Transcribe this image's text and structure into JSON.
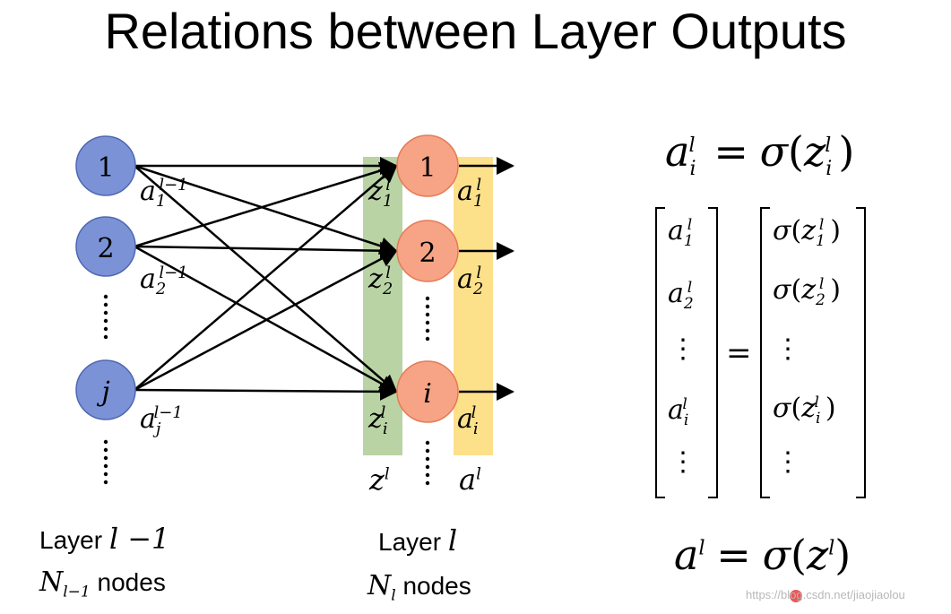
{
  "title": "Relations between Layer Outputs",
  "colors": {
    "prev_node_fill": "#7b93d6",
    "prev_node_stroke": "#4f68b0",
    "cur_node_fill": "#f7a486",
    "cur_node_stroke": "#e57a55",
    "z_band": "#b9d3a4",
    "a_band": "#fde08a"
  },
  "prev_layer": {
    "nodes": [
      "1",
      "2",
      "j"
    ],
    "outputs": [
      {
        "base": "a",
        "sub": "1",
        "sup": "l−1"
      },
      {
        "base": "a",
        "sub": "2",
        "sup": "l−1"
      },
      {
        "base": "a",
        "sub": "j",
        "sup": "l−1"
      }
    ],
    "layer_label_text": "Layer ",
    "layer_label_math": "l −1",
    "count_base": "N",
    "count_sub": "l−1",
    "count_text": " nodes"
  },
  "cur_layer": {
    "nodes": [
      "1",
      "2",
      "i"
    ],
    "z_labels": [
      {
        "base": "z",
        "sub": "1",
        "sup": "l"
      },
      {
        "base": "z",
        "sub": "2",
        "sup": "l"
      },
      {
        "base": "z",
        "sub": "i",
        "sup": "l"
      }
    ],
    "a_labels": [
      {
        "base": "a",
        "sub": "1",
        "sup": "l"
      },
      {
        "base": "a",
        "sub": "2",
        "sup": "l"
      },
      {
        "base": "a",
        "sub": "i",
        "sup": "l"
      }
    ],
    "z_vector": {
      "base": "z",
      "sup": "l"
    },
    "a_vector": {
      "base": "a",
      "sup": "l"
    },
    "layer_label_text": "Layer ",
    "layer_label_math": "l",
    "count_base": "N",
    "count_sub": "l",
    "count_text": " nodes"
  },
  "equations": {
    "scalar": {
      "lhs_base": "a",
      "lhs_sub": "i",
      "lhs_sup": "l",
      "eq": "=",
      "sigma": "σ",
      "arg_base": "z",
      "arg_sub": "i",
      "arg_sup": "l"
    },
    "matrix_left": [
      {
        "base": "a",
        "sub": "1",
        "sup": "l"
      },
      {
        "base": "a",
        "sub": "2",
        "sup": "l"
      },
      {
        "base": "⋮",
        "sub": "",
        "sup": ""
      },
      {
        "base": "a",
        "sub": "i",
        "sup": "l"
      },
      {
        "base": "⋮",
        "sub": "",
        "sup": ""
      }
    ],
    "matrix_right": [
      {
        "sigma": "σ",
        "base": "z",
        "sub": "1",
        "sup": "l"
      },
      {
        "sigma": "σ",
        "base": "z",
        "sub": "2",
        "sup": "l"
      },
      {
        "sigma": "",
        "base": "⋮",
        "sub": "",
        "sup": ""
      },
      {
        "sigma": "σ",
        "base": "z",
        "sub": "i",
        "sup": "l"
      },
      {
        "sigma": "",
        "base": "⋮",
        "sub": "",
        "sup": ""
      }
    ],
    "matrix_eq": "=",
    "vector": {
      "lhs_base": "a",
      "lhs_sup": "l",
      "eq": "=",
      "sigma": "σ",
      "arg_base": "z",
      "arg_sup": "l"
    }
  },
  "watermark": "https://blog.csdn.net/jiaojiaolou"
}
